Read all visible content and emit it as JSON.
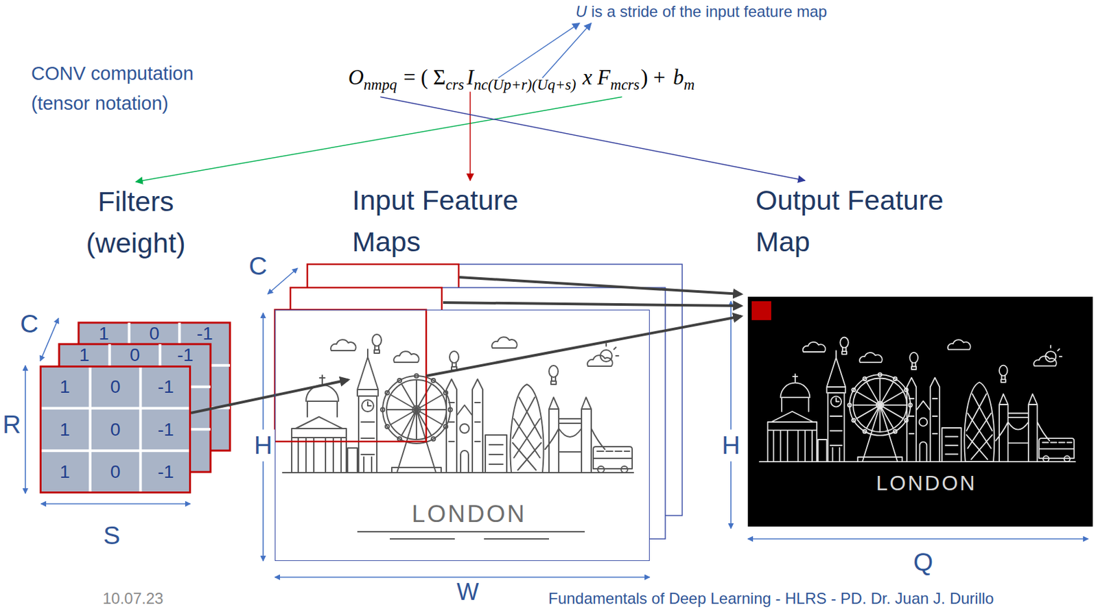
{
  "diagram": {
    "nodes": [
      {
        "text": [
          "Filters (weight)"
        ]
      },
      {
        "text": [
          "Input Feature Maps"
        ]
      },
      {
        "text": [
          "Output Feature Map"
        ]
      }
    ],
    "edges": [
      {
        "from": 0,
        "to": 1,
        "arrow": "to"
      },
      {
        "from": 1,
        "to": 2,
        "arrow": "to"
      },
      {
        "from": 1,
        "to": 2,
        "arrow": "to"
      },
      {
        "from": 1,
        "to": 2,
        "arrow": "to"
      }
    ],
    "labels": [
      "U is a stride of the input feature map",
      "CONV computation (tensor notation)",
      "O",
      "nmpq",
      "= (",
      "Σ",
      "crs",
      "I",
      "nc(Up+r)(Uq+s)",
      "x",
      "F",
      "mcrs",
      ") +",
      "b",
      "m",
      "C",
      "R",
      "S",
      "C",
      "H",
      "W",
      "H",
      "Q",
      "1",
      "0",
      "-1",
      "1",
      "0",
      "-1",
      "1",
      "0",
      "-1",
      "1",
      "0",
      "-1",
      "1",
      "0",
      "-1",
      "LONDON",
      "LONDON",
      "10.07.23",
      "Fundamentals of Deep Learning - HLRS - PD. Dr. Juan J. Durillo"
    ]
  }
}
